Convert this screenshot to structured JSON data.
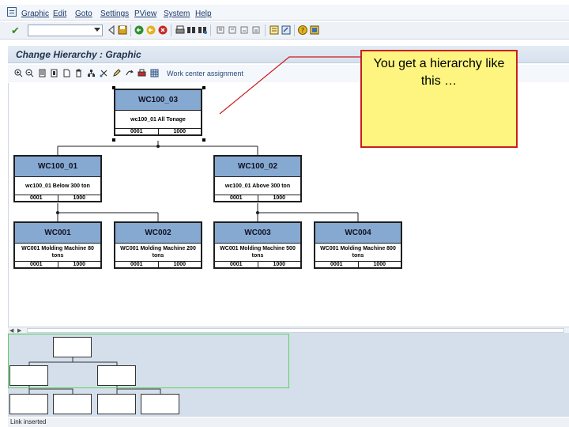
{
  "menubar": {
    "items": [
      "Graphic",
      "Edit",
      "Goto",
      "Settings",
      "PView",
      "System",
      "Help"
    ]
  },
  "toolbar": {
    "command_value": ""
  },
  "title": "Change Hierarchy : Graphic",
  "app_toolbar": {
    "work_center_label": "Work center assignment"
  },
  "nodes": [
    {
      "id": "WC100_03",
      "desc": "wc100_01 All Tonage",
      "left": "0001",
      "right": "1000"
    },
    {
      "id": "WC100_01",
      "desc": "wc100_01 Below 300 ton",
      "left": "0001",
      "right": "1000"
    },
    {
      "id": "WC100_02",
      "desc": "wc100_01 Above 300 ton",
      "left": "0001",
      "right": "1000"
    },
    {
      "id": "WC001",
      "desc": "WC001 Molding Machine 80 tons",
      "left": "0001",
      "right": "1000"
    },
    {
      "id": "WC002",
      "desc": "WC001 Molding Machine 200 tons",
      "left": "0001",
      "right": "1000"
    },
    {
      "id": "WC003",
      "desc": "WC001 Molding Machine 500 tons",
      "left": "0001",
      "right": "1000"
    },
    {
      "id": "WC004",
      "desc": "WC001 Molding Machine 800 tons",
      "left": "0001",
      "right": "1000"
    }
  ],
  "callout": {
    "text": "You get a hierarchy like this …"
  },
  "status": {
    "message": "Link inserted"
  },
  "colors": {
    "node_header": "#86a9d1",
    "callout_bg": "#fdf57f",
    "callout_border": "#c91f1f",
    "overview_bg": "#d5dfec",
    "overview_window": "#5bd35b"
  }
}
